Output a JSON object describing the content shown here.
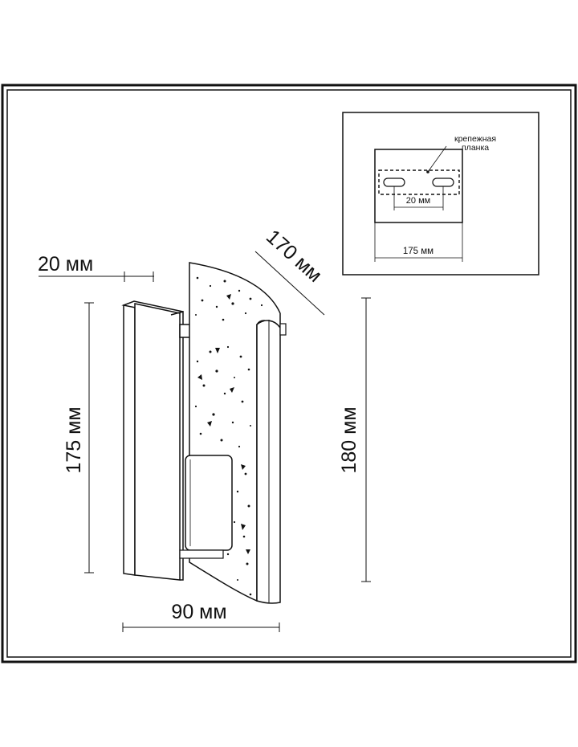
{
  "dimensions": {
    "bracket_depth": "20 мм",
    "shade_arc": "170 мм",
    "base_height": "175 мм",
    "total_height": "180 мм",
    "total_width": "90 мм"
  },
  "inset": {
    "bracket_label_line1": "крепежная",
    "bracket_label_line2": "планка",
    "slot_spacing": "20 мм",
    "plate_width": "175 мм"
  },
  "colors": {
    "ink": "#111111",
    "background": "#ffffff"
  }
}
